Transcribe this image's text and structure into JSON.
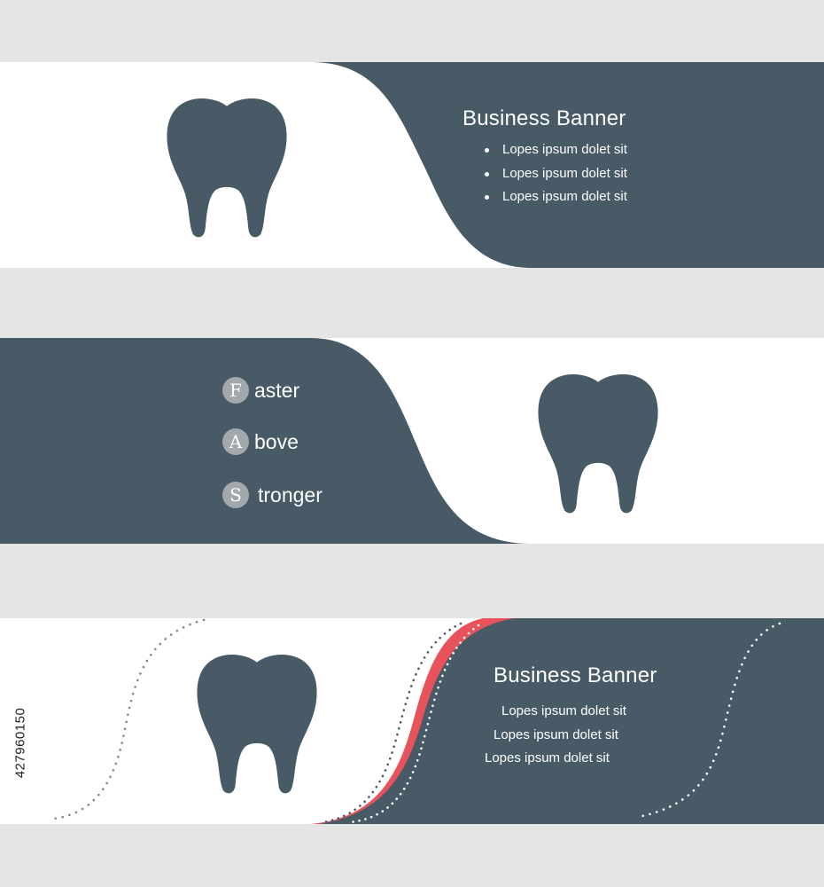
{
  "colors": {
    "slate": "#475a66",
    "white": "#ffffff",
    "accent_red": "#e8525b",
    "badge_gray": "#a3a8ad",
    "page_gray": "#e5e5e5"
  },
  "banner1": {
    "title": "Business Banner",
    "items": [
      "Lopes ipsum dolet sit",
      "Lopes ipsum dolet sit",
      "Lopes ipsum dolet sit"
    ],
    "icon": "tooth-icon"
  },
  "banner2": {
    "acronym": [
      {
        "letter": "F",
        "rest": "aster"
      },
      {
        "letter": "A",
        "rest": "bove"
      },
      {
        "letter": "S",
        "rest": "tronger"
      }
    ],
    "icon": "tooth-icon"
  },
  "banner3": {
    "title": "Business Banner",
    "items": [
      "Lopes ipsum dolet sit",
      "Lopes ipsum dolet sit",
      "Lopes ipsum dolet sit"
    ],
    "icon": "tooth-icon"
  },
  "stock_id": "427960150"
}
